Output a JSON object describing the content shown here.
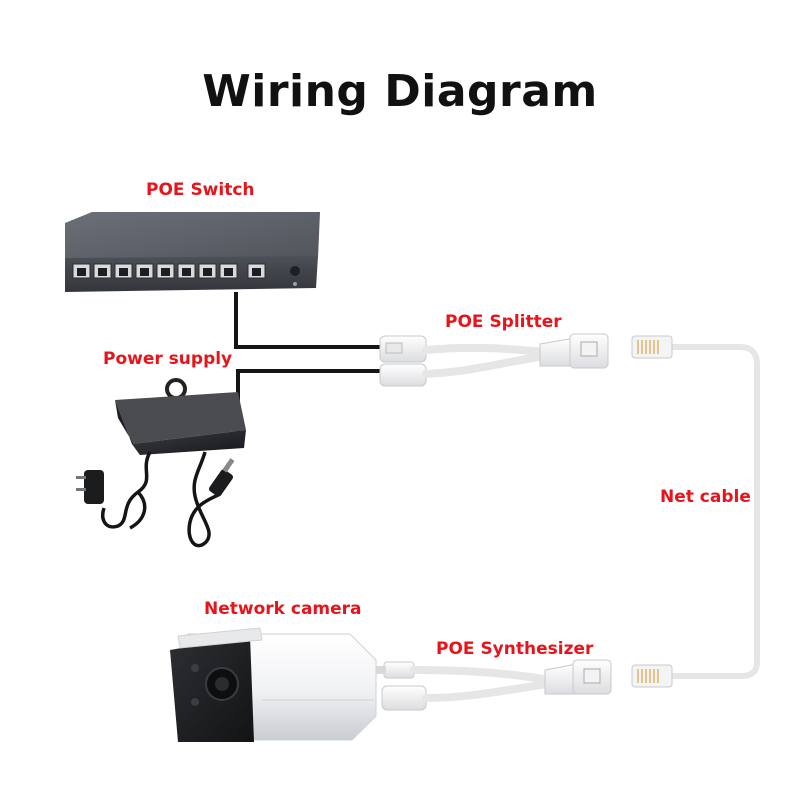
{
  "title": "Wiring Diagram",
  "labels": {
    "poe_switch": "POE Switch",
    "poe_splitter": "POE Splitter",
    "power_supply": "Power supply",
    "net_cable": "Net cable",
    "network_camera": "Network camera",
    "poe_synthesizer": "POE Synthesizer"
  },
  "colors": {
    "label_red": "#e8141b",
    "title_black": "#111111",
    "switch_body": "#4a4e55",
    "cable_black": "#151515",
    "cable_white": "#e6e6e6"
  },
  "switch_port_count": 9
}
